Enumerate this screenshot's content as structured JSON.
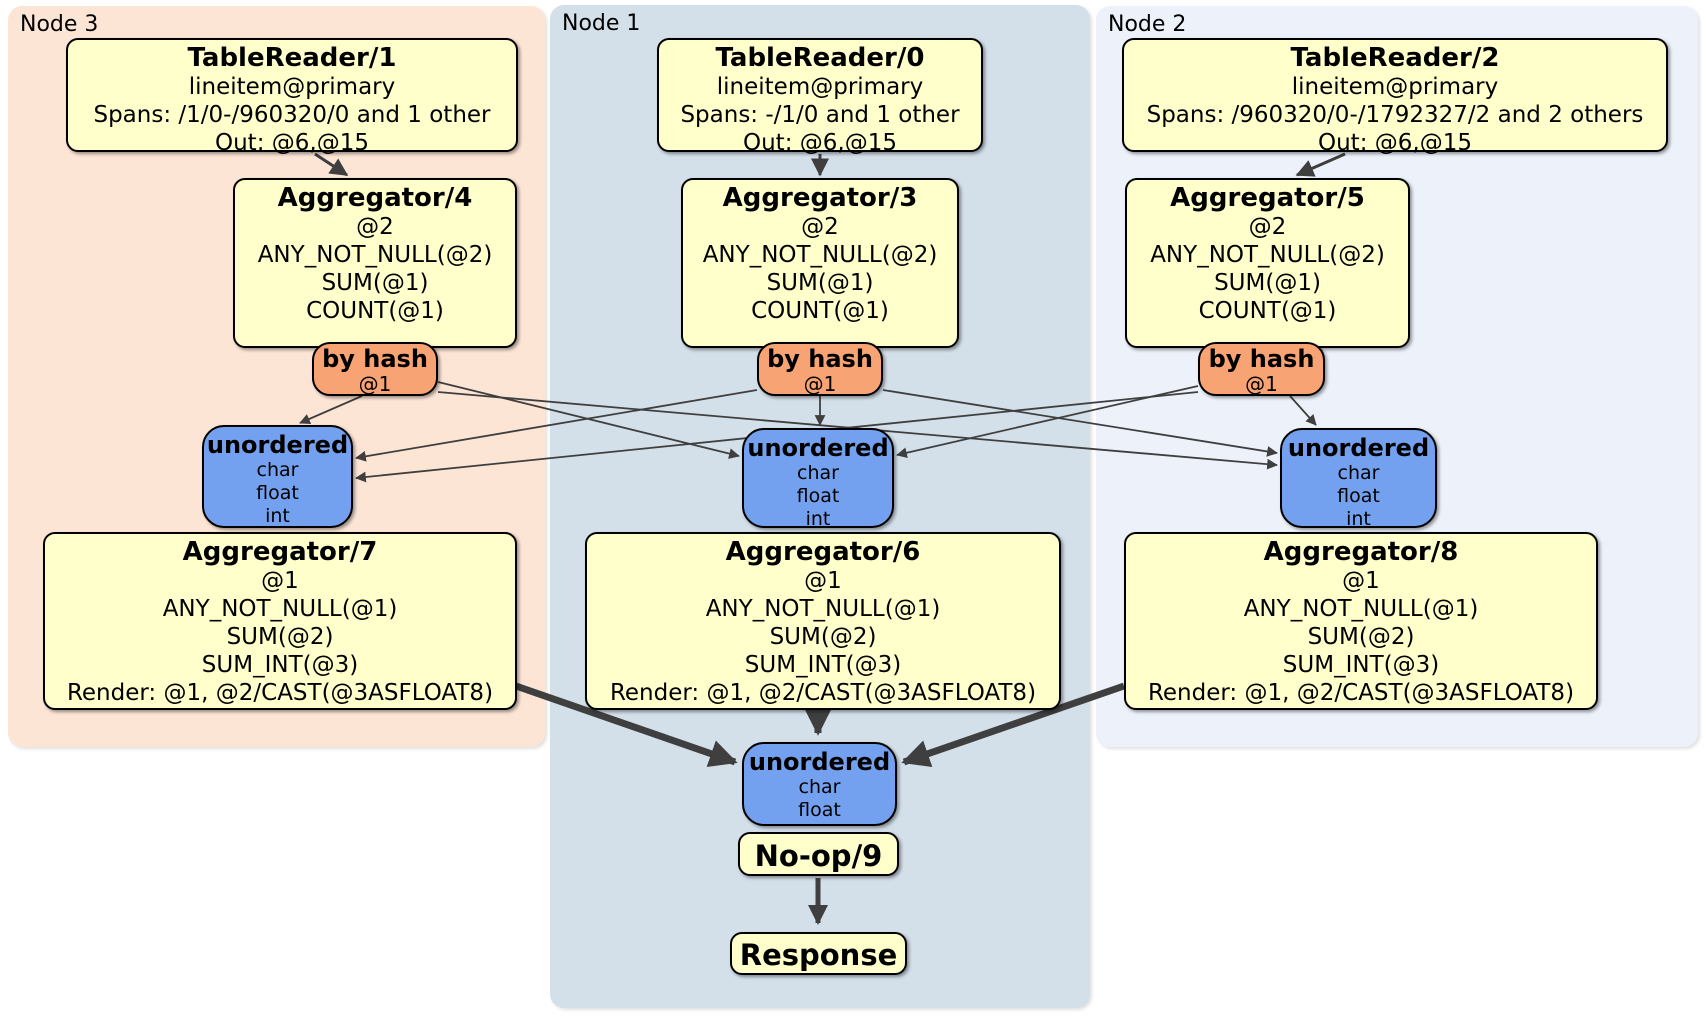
{
  "colors": {
    "node3_bg": "#fde5d6",
    "node1_bg": "#d3dfe9",
    "node2_bg": "#ecf1fa",
    "processor_bg": "#ffffcc",
    "router_bg": "#f8a374",
    "sync_bg": "#74a1ef",
    "border": "#000000",
    "wire": "#3f3f3f"
  },
  "nodes": [
    {
      "label": "Node 3",
      "table_reader": {
        "title": "TableReader/1",
        "lines": [
          "lineitem@primary",
          "Spans: /1/0-/960320/0 and 1 other",
          "Out: @6,@15"
        ]
      },
      "aggregator_top": {
        "title": "Aggregator/4",
        "lines": [
          "@2",
          "ANY_NOT_NULL(@2)",
          "SUM(@1)",
          "COUNT(@1)"
        ]
      },
      "router": {
        "title": "by hash",
        "lines": [
          "@1"
        ]
      },
      "sync": {
        "title": "unordered",
        "lines": [
          "char",
          "float",
          "int"
        ]
      },
      "aggregator_bottom": {
        "title": "Aggregator/7",
        "lines": [
          "@1",
          "ANY_NOT_NULL(@1)",
          "SUM(@2)",
          "SUM_INT(@3)",
          "Render: @1, @2/CAST(@3ASFLOAT8)"
        ]
      }
    },
    {
      "label": "Node 1",
      "table_reader": {
        "title": "TableReader/0",
        "lines": [
          "lineitem@primary",
          "Spans: -/1/0 and 1 other",
          "Out: @6,@15"
        ]
      },
      "aggregator_top": {
        "title": "Aggregator/3",
        "lines": [
          "@2",
          "ANY_NOT_NULL(@2)",
          "SUM(@1)",
          "COUNT(@1)"
        ]
      },
      "router": {
        "title": "by hash",
        "lines": [
          "@1"
        ]
      },
      "sync": {
        "title": "unordered",
        "lines": [
          "char",
          "float",
          "int"
        ]
      },
      "aggregator_bottom": {
        "title": "Aggregator/6",
        "lines": [
          "@1",
          "ANY_NOT_NULL(@1)",
          "SUM(@2)",
          "SUM_INT(@3)",
          "Render: @1, @2/CAST(@3ASFLOAT8)"
        ]
      }
    },
    {
      "label": "Node 2",
      "table_reader": {
        "title": "TableReader/2",
        "lines": [
          "lineitem@primary",
          "Spans: /960320/0-/1792327/2 and 2 others",
          "Out: @6,@15"
        ]
      },
      "aggregator_top": {
        "title": "Aggregator/5",
        "lines": [
          "@2",
          "ANY_NOT_NULL(@2)",
          "SUM(@1)",
          "COUNT(@1)"
        ]
      },
      "router": {
        "title": "by hash",
        "lines": [
          "@1"
        ]
      },
      "sync": {
        "title": "unordered",
        "lines": [
          "char",
          "float",
          "int"
        ]
      },
      "aggregator_bottom": {
        "title": "Aggregator/8",
        "lines": [
          "@1",
          "ANY_NOT_NULL(@1)",
          "SUM(@2)",
          "SUM_INT(@3)",
          "Render: @1, @2/CAST(@3ASFLOAT8)"
        ]
      }
    }
  ],
  "final": {
    "sync": {
      "title": "unordered",
      "lines": [
        "char",
        "float"
      ]
    },
    "noop": {
      "title": "No-op/9"
    },
    "response": {
      "title": "Response"
    }
  }
}
